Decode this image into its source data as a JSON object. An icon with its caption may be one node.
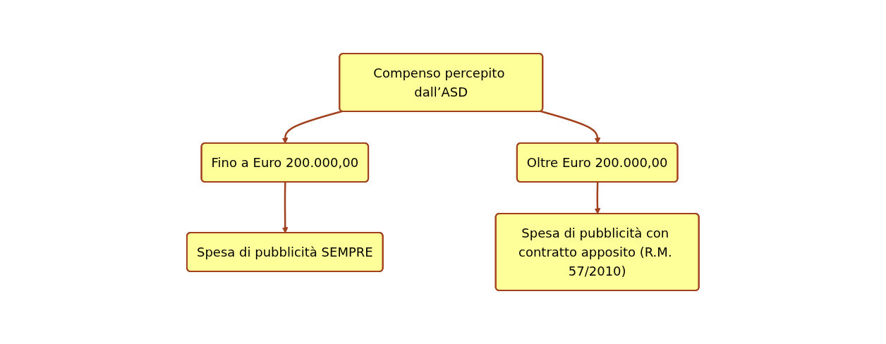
{
  "diagram": {
    "nodes": [
      {
        "text": [
          "Compenso percepito dall’ASD"
        ]
      },
      {
        "text": [
          "Fino a Euro 200.000,00"
        ]
      },
      {
        "text": [
          "Oltre Euro 200.000,00"
        ]
      },
      {
        "text": [
          "Spesa di pubblicità SEMPRE"
        ]
      },
      {
        "text": [
          "Spesa di pubblicità con contratto apposito (R.M. 57/2010)"
        ]
      }
    ],
    "edges": [
      {
        "from": 0,
        "to": 1,
        "arrow": "to"
      },
      {
        "from": 0,
        "to": 2,
        "arrow": "to"
      },
      {
        "from": 1,
        "to": 3,
        "arrow": "to"
      },
      {
        "from": 2,
        "to": 4,
        "arrow": "to"
      }
    ]
  }
}
